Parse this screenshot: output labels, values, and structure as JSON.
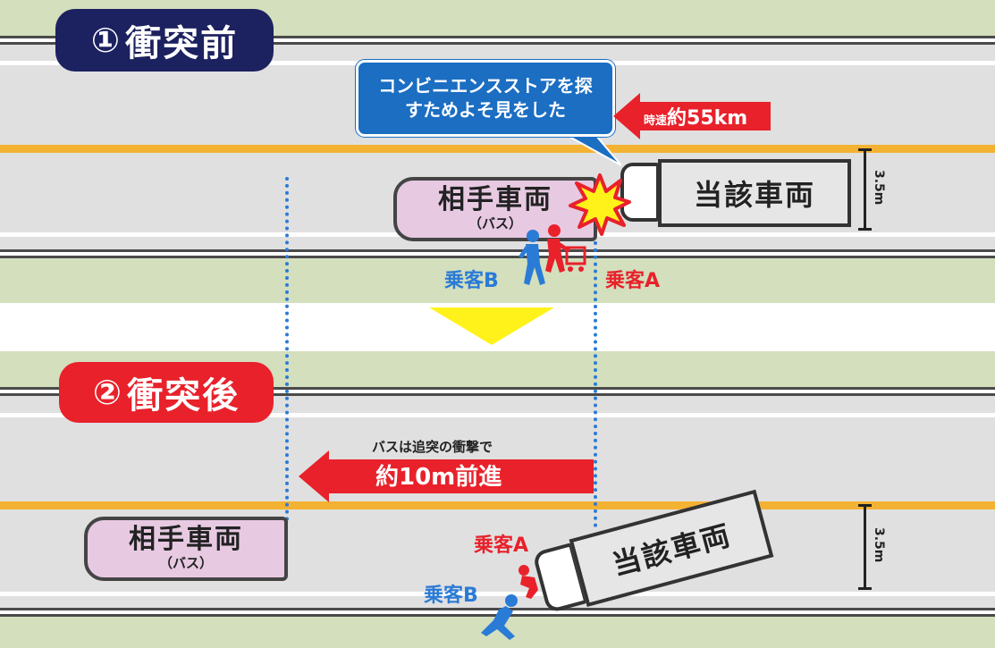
{
  "colors": {
    "road": "#e0e0e0",
    "verge": "#d3dfbd",
    "center_line": "#f4b233",
    "dotted_guide": "#2a7bd6",
    "before_badge": "#1c2160",
    "after_badge": "#e8212b",
    "bubble": "#1b6ec2",
    "arrow_red": "#e8212b",
    "bus_fill": "#e7c9e2",
    "down_arrow": "#fff21a"
  },
  "before": {
    "badge_number": "①",
    "badge_text": "衝突前",
    "bubble_line1": "コンビニエンスストアを探",
    "bubble_line2": "すためよそ見をした",
    "speed_prefix": "時速",
    "speed_value": "約55km",
    "bus_title": "相手車両",
    "bus_sub": "（バス）",
    "truck_title": "当該車両",
    "passenger_a": "乗客A",
    "passenger_b": "乗客B",
    "lane_width": "3.5m"
  },
  "after": {
    "badge_number": "②",
    "badge_text": "衝突後",
    "arrow_note": "バスは追突の衝撃で",
    "arrow_value": "約10m前進",
    "bus_title": "相手車両",
    "bus_sub": "（バス）",
    "truck_title": "当該車両",
    "passenger_a": "乗客A",
    "passenger_b": "乗客B",
    "lane_width": "3.5m"
  }
}
